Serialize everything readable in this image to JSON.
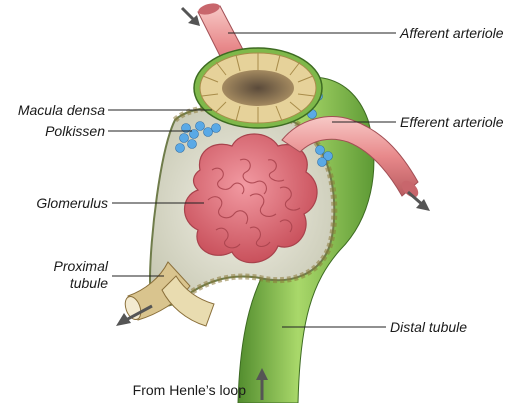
{
  "labels": {
    "afferent_arteriole": "Afferent arteriole",
    "efferent_arteriole": "Efferent arteriole",
    "macula_densa": "Macula densa",
    "polkissen": "Polkissen",
    "glomerulus": "Glomerulus",
    "proximal_tubule_line1": "Proximal",
    "proximal_tubule_line2": "tubule",
    "distal_tubule": "Distal tubule",
    "from_henles_loop": "From Henle’s loop"
  },
  "colors": {
    "arteriole": "#e38c8e",
    "arteriole_highlight": "#f6c6c4",
    "glomerulus": "#e8737d",
    "distal_tubule": "#9ccf5a",
    "capsule": "#8ea36a",
    "polkissen": "#5aa9e6",
    "macula_densa": "#d8c07a",
    "proximal_tubule": "#d9c48e",
    "arrow": "#555555"
  }
}
